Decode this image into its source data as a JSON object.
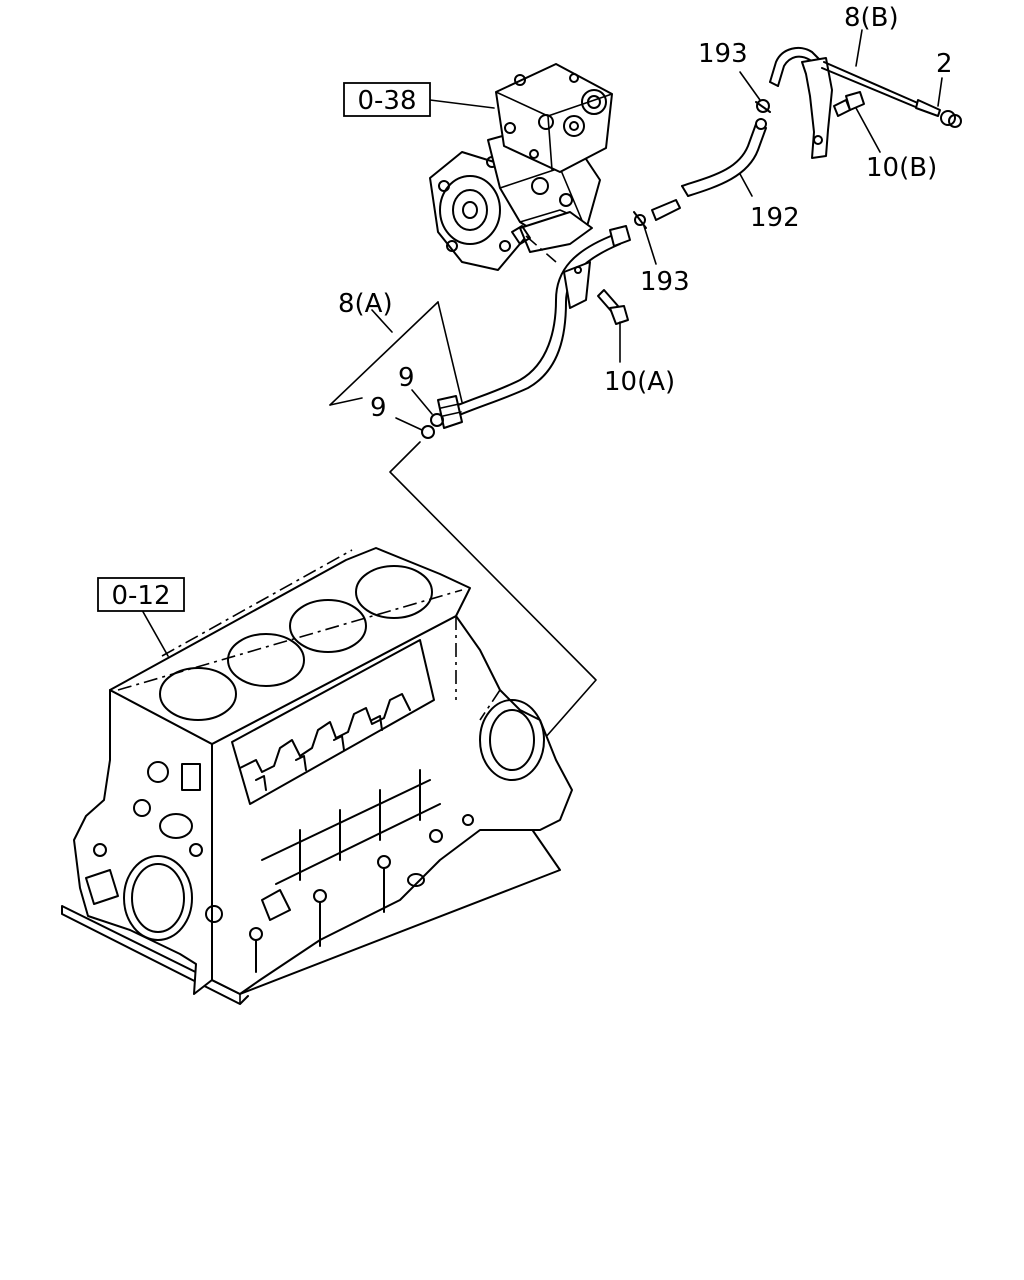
{
  "callouts": {
    "ref_0_38": "0-38",
    "ref_0_12": "0-12",
    "part_8a": "8(A)",
    "part_8b": "8(B)",
    "part_9_upper": "9",
    "part_9_lower": "9",
    "part_10a": "10(A)",
    "part_10b": "10(B)",
    "part_192": "192",
    "part_193_upper": "193",
    "part_193_lower": "193",
    "part_2": "2"
  }
}
